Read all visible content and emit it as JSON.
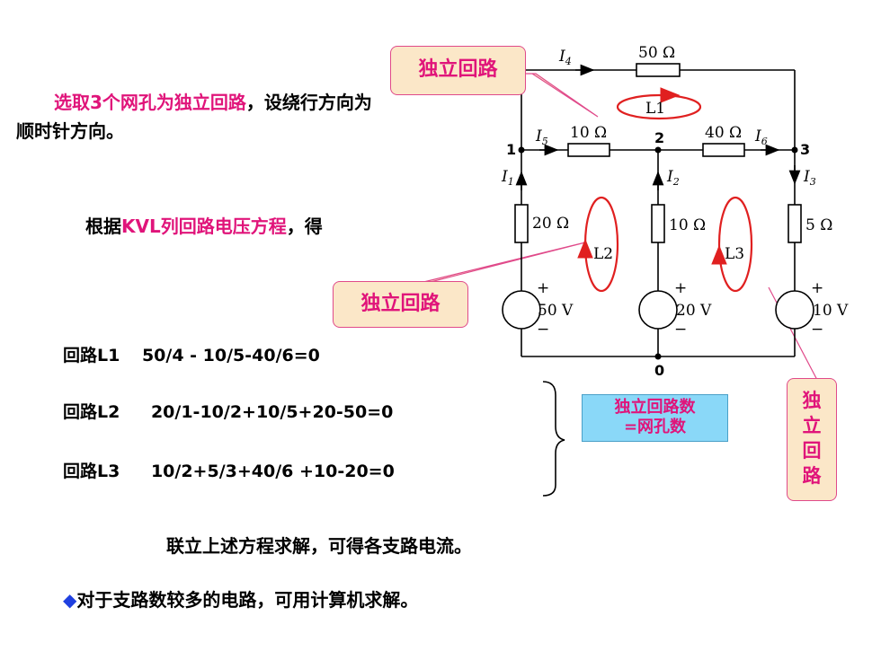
{
  "intro": {
    "part1_pink": "选取3个网孔为独立回路",
    "part1_black": "，设绕行方向为",
    "line2": "顺时针方向。"
  },
  "kvl": {
    "prefix": "根据",
    "kvl_pink": "KVL列回路电压方程",
    "suffix": "，得"
  },
  "equations": [
    {
      "label": "回路L1",
      "expr": "50/4 - 10/5-40/6=0"
    },
    {
      "label": "回路L2",
      "expr": "20/1-10/2+10/5+20-50=0"
    },
    {
      "label": "回路L3",
      "expr": "10/2+5/3+40/6  +10-20=0"
    }
  ],
  "solve_text": "联立上述方程求解，可得各支路电流。",
  "note": {
    "bullet": "◆",
    "text": "对于支路数较多的电路，可用计算机求解。"
  },
  "callouts": {
    "top": "独立回路",
    "middle": "独立回路",
    "right": [
      "独",
      "立",
      "回",
      "路"
    ]
  },
  "count_box": {
    "line1": "独立回路数",
    "line2": "=网孔数"
  },
  "circuit": {
    "currents": [
      "I4",
      "I5",
      "I6",
      "I1",
      "I2",
      "I3"
    ],
    "resistors": [
      "50 Ω",
      "10 Ω",
      "40 Ω",
      "20 Ω",
      "10 Ω",
      "5 Ω"
    ],
    "sources": [
      "50 V",
      "20 V",
      "10 V"
    ],
    "nodes": [
      "1",
      "2",
      "3",
      "0"
    ],
    "loops": [
      "L1",
      "L2",
      "L3"
    ],
    "plus": "+",
    "minus": "−"
  },
  "colors": {
    "accent": "#e0147a",
    "loop": "#e02020",
    "callout_bg": "#fbe7c8",
    "box_bg": "#8ad8f8"
  }
}
